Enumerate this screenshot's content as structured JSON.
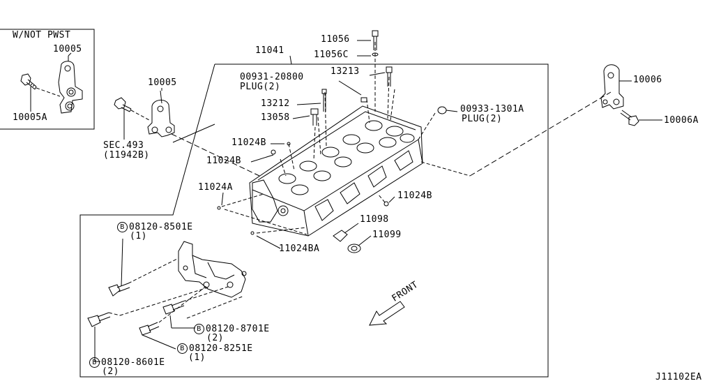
{
  "inset": {
    "title": "W/NOT PWST",
    "part_top": "10005",
    "part_bottom": "10005A"
  },
  "labels": {
    "p11041": "11041",
    "p11056": "11056",
    "p11056c": "11056C",
    "p00931": "00931-20800",
    "plug1": "PLUG(2)",
    "p13213": "13213",
    "p13212": "13212",
    "p13058": "13058",
    "p10005": "10005",
    "sec493": "SEC.493",
    "sec493b": "(11942B)",
    "p11024b_1": "11024B",
    "p11024b_2": "11024B",
    "p11024a": "11024A",
    "p11024b_3": "11024B",
    "p11098": "11098",
    "p11099": "11099",
    "p11024ba": "11024BA",
    "p00933": "00933-1301A",
    "plug2": "PLUG(2)",
    "p10006": "10006",
    "p10006a": "10006A",
    "b8501": "08120-8501E",
    "b8501q": "(1)",
    "b8701": "08120-8701E",
    "b8701q": "(2)",
    "b8251": "08120-8251E",
    "b8251q": "(1)",
    "b8601": "08120-8601E",
    "b8601q": "(2)",
    "front": "FRONT",
    "b_marker": "B",
    "diagram_code": "J11102EA"
  }
}
